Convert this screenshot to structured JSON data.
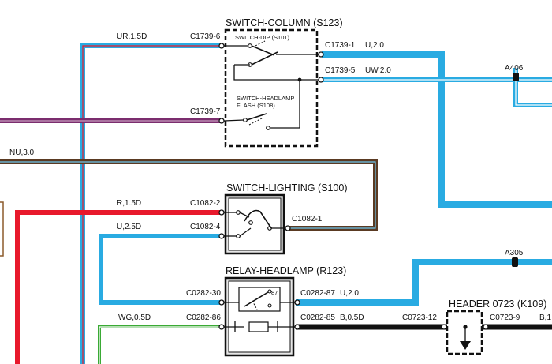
{
  "components": {
    "switch_column": {
      "title": "SWITCH-COLUMN (S123)",
      "dip_label": "SWITCH-DIP (S101)",
      "flash_label_1": "SWITCH-HEADLAMP",
      "flash_label_2": "FLASH (S108)"
    },
    "switch_lighting": {
      "title": "SWITCH-LIGHTING (S100)"
    },
    "relay_headlamp": {
      "title": "RELAY-HEADLAMP (R123)"
    },
    "header": {
      "title": "HEADER 0723 (K109)"
    }
  },
  "connectors": {
    "c1739_6": "C1739-6",
    "c1739_7": "C1739-7",
    "c1739_1": "C1739-1",
    "c1739_5": "C1739-5",
    "c1082_2": "C1082-2",
    "c1082_4": "C1082-4",
    "c1082_1": "C1082-1",
    "c0282_30": "C0282-30",
    "c0282_86": "C0282-86",
    "c0282_87": "C0282-87",
    "c0282_85": "C0282-85",
    "c0723_12": "C0723-12",
    "c0723_9": "C0723-9"
  },
  "wires": {
    "ur_1_5d": "UR,1.5D",
    "u_2_0_top": "U,2.0",
    "uw_2_0": "UW,2.0",
    "nu_3_0": "NU,3.0",
    "r_1_5d": "R,1.5D",
    "u_2_5d": "U,2.5D",
    "wg_0_5d": "WG,0.5D",
    "u_2_0_relay": "U,2.0",
    "b_0_5d": "B,0.5D",
    "b_1_cut": "B,1"
  },
  "splices": {
    "a406": "A406",
    "a305": "A305"
  },
  "colors": {
    "blue": "#29abe2",
    "blue_light": "#6ec6ee",
    "red": "#e8192c",
    "brown": "#5a3a22",
    "purple": "#7b2d6e",
    "green": "#3aaa35",
    "black": "#111111",
    "grey_box": "#e6e6e6"
  }
}
